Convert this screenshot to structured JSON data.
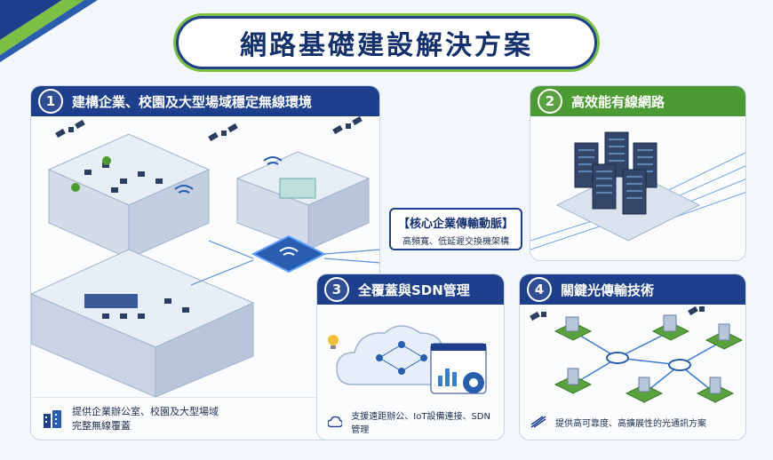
{
  "title": "網路基礎建設解決方案",
  "panels": [
    {
      "num": "1",
      "heading": "建構企業、校園及大型場域穩定無線環境",
      "footer": "提供企業辦公室、校園及大型場域\n完整無線覆蓋"
    },
    {
      "num": "2",
      "heading": "高效能有線網路"
    },
    {
      "num": "3",
      "heading": "全覆蓋與SDN管理",
      "footer": "支援遠距辦公、IoT設備連接、SDN管理"
    },
    {
      "num": "4",
      "heading": "關鍵光傳輸技術",
      "footer": "提供高可靠度、高擴展性的光通訊方案"
    }
  ],
  "callout": {
    "title": "【核心企業傳輸動脈】",
    "subtitle": "高頻寬、低延遲交換機架構"
  },
  "colors": {
    "navy": "#1e3f8c",
    "green": "#4d9a34",
    "accent_blue": "#3a7bd5"
  },
  "icons": [
    "building-icon",
    "cloud-icon",
    "satellite-icon",
    "wifi-icon",
    "server-rack-icon",
    "lightbulb-icon",
    "gear-icon",
    "fiber-icon"
  ]
}
